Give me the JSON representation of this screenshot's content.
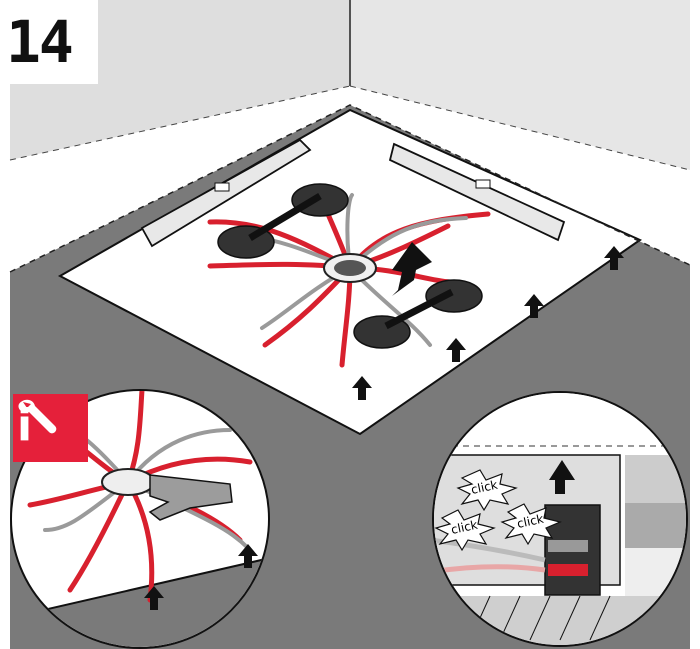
{
  "step": {
    "number": "14"
  },
  "info_badge": {
    "glyph": "i",
    "icon": "wrench-icon",
    "color": "#e5203a"
  },
  "callouts": {
    "click_1": "click",
    "click_2": "click",
    "click_3": "click"
  },
  "colors": {
    "wall": "#dedede",
    "floor": "#7a7a7a",
    "slab": "#ffffff",
    "red_cable": "#d8202e",
    "gray_cable": "#9a9a9a",
    "outline": "#111111"
  }
}
